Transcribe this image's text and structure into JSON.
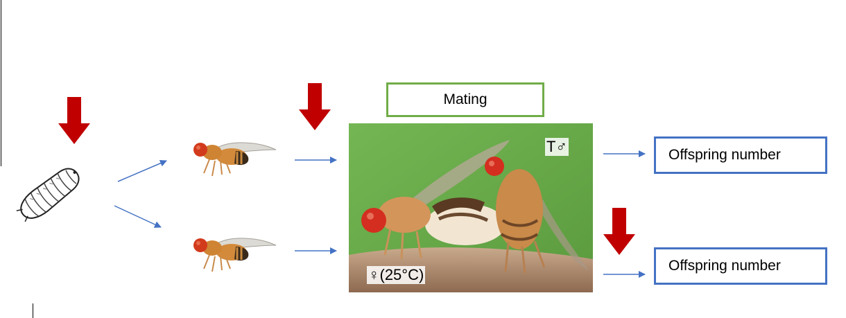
{
  "colors": {
    "down_arrow": "#c00000",
    "flow_arrow": "#4472c4",
    "mating_box_border": "#70ad47",
    "offspring_box_border": "#4472c4",
    "photo_background": "#6fb04e"
  },
  "mating_label": "Mating",
  "photo": {
    "male_label": "T♂",
    "female_label": "♀(25°C)"
  },
  "outcomes": [
    {
      "label": "Offspring number"
    },
    {
      "label": "Offspring number"
    }
  ],
  "icons": [
    "down-arrow-icon",
    "larva-icon",
    "fly-icon",
    "mating-photo"
  ]
}
